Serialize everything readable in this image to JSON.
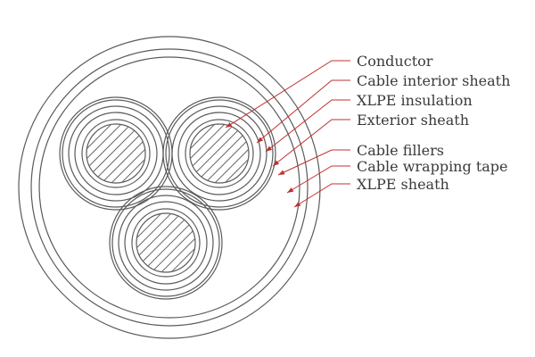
{
  "diagram": {
    "colors": {
      "leader": "#c03030",
      "outline": "#5a5a5a",
      "text": "#3a3a3a",
      "background": "#ffffff"
    },
    "labels": [
      "Conductor",
      "Cable interior sheath",
      "XLPE insulation",
      "Exterior sheath",
      "Cable fillers",
      "Cable wrapping tape",
      "XLPE sheath"
    ]
  }
}
